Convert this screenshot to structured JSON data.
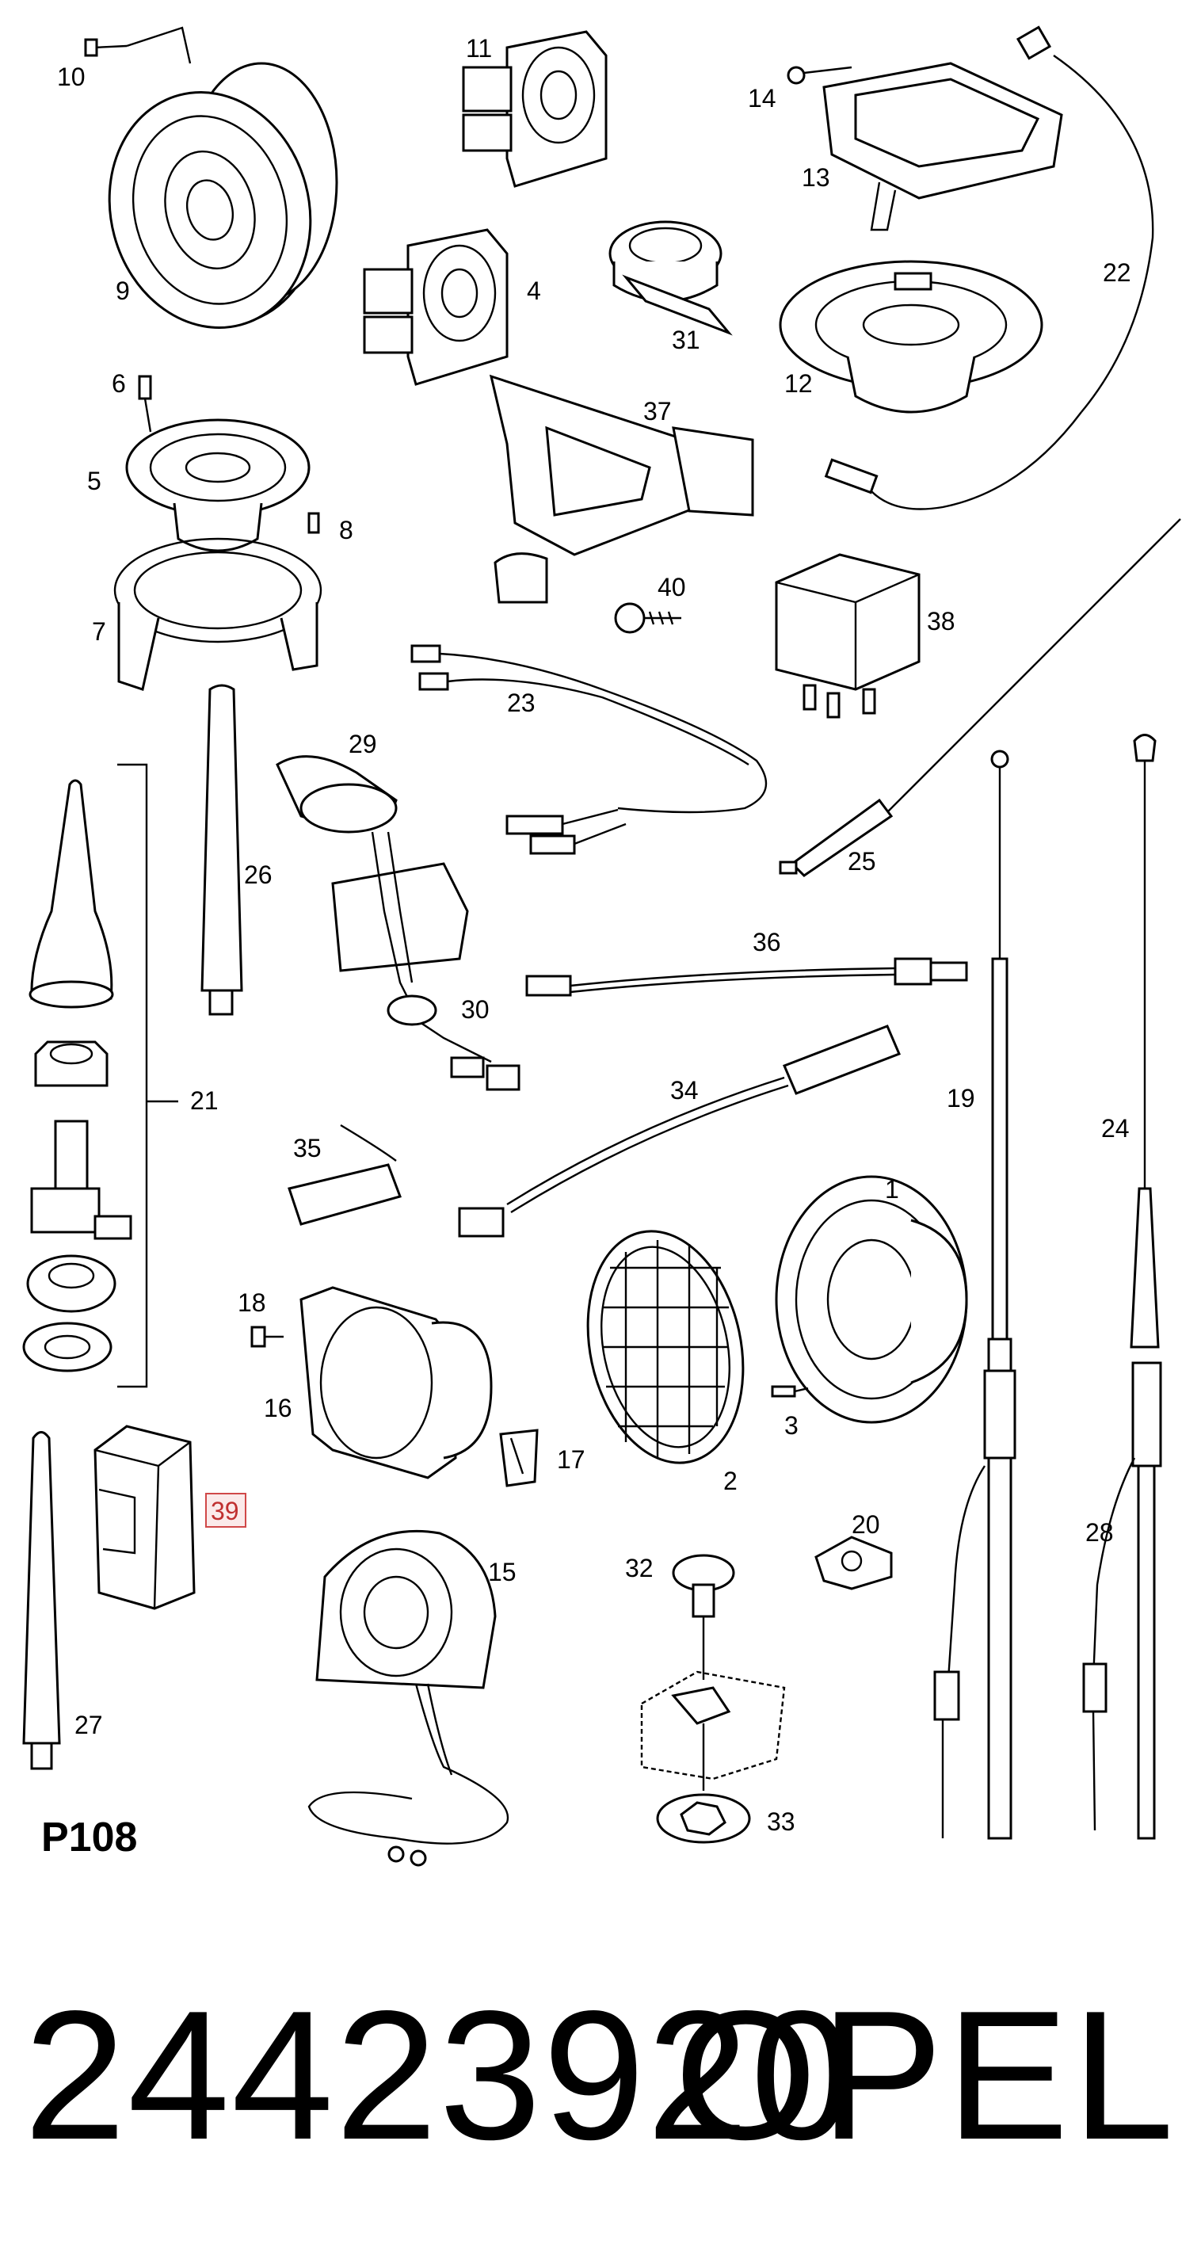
{
  "diagram": {
    "sheet_code": "P108",
    "highlighted_part": "39",
    "callouts": [
      {
        "id": "c1",
        "text": "1"
      },
      {
        "id": "c2",
        "text": "2"
      },
      {
        "id": "c3",
        "text": "3"
      },
      {
        "id": "c4",
        "text": "4"
      },
      {
        "id": "c5",
        "text": "5"
      },
      {
        "id": "c6",
        "text": "6"
      },
      {
        "id": "c7",
        "text": "7"
      },
      {
        "id": "c8",
        "text": "8"
      },
      {
        "id": "c9",
        "text": "9"
      },
      {
        "id": "c10",
        "text": "10"
      },
      {
        "id": "c11",
        "text": "11"
      },
      {
        "id": "c12",
        "text": "12"
      },
      {
        "id": "c13",
        "text": "13"
      },
      {
        "id": "c14",
        "text": "14"
      },
      {
        "id": "c15",
        "text": "15"
      },
      {
        "id": "c16",
        "text": "16"
      },
      {
        "id": "c17",
        "text": "17"
      },
      {
        "id": "c18",
        "text": "18"
      },
      {
        "id": "c19",
        "text": "19"
      },
      {
        "id": "c20",
        "text": "20"
      },
      {
        "id": "c21",
        "text": "21"
      },
      {
        "id": "c22",
        "text": "22"
      },
      {
        "id": "c23",
        "text": "23"
      },
      {
        "id": "c24",
        "text": "24"
      },
      {
        "id": "c25",
        "text": "25"
      },
      {
        "id": "c26",
        "text": "26"
      },
      {
        "id": "c27",
        "text": "27"
      },
      {
        "id": "c28",
        "text": "28"
      },
      {
        "id": "c29",
        "text": "29"
      },
      {
        "id": "c30",
        "text": "30"
      },
      {
        "id": "c31",
        "text": "31"
      },
      {
        "id": "c32",
        "text": "32"
      },
      {
        "id": "c33",
        "text": "33"
      },
      {
        "id": "c34",
        "text": "34"
      },
      {
        "id": "c35",
        "text": "35"
      },
      {
        "id": "c36",
        "text": "36"
      },
      {
        "id": "c37",
        "text": "37"
      },
      {
        "id": "c38",
        "text": "38"
      },
      {
        "id": "c39",
        "text": "39"
      },
      {
        "id": "c40",
        "text": "40"
      }
    ]
  },
  "footer": {
    "part_number": "24423920",
    "brand": "OPEL"
  },
  "colors": {
    "highlight_border": "#d04848",
    "highlight_fill": "#fbeaea",
    "highlight_text": "#c03030"
  }
}
